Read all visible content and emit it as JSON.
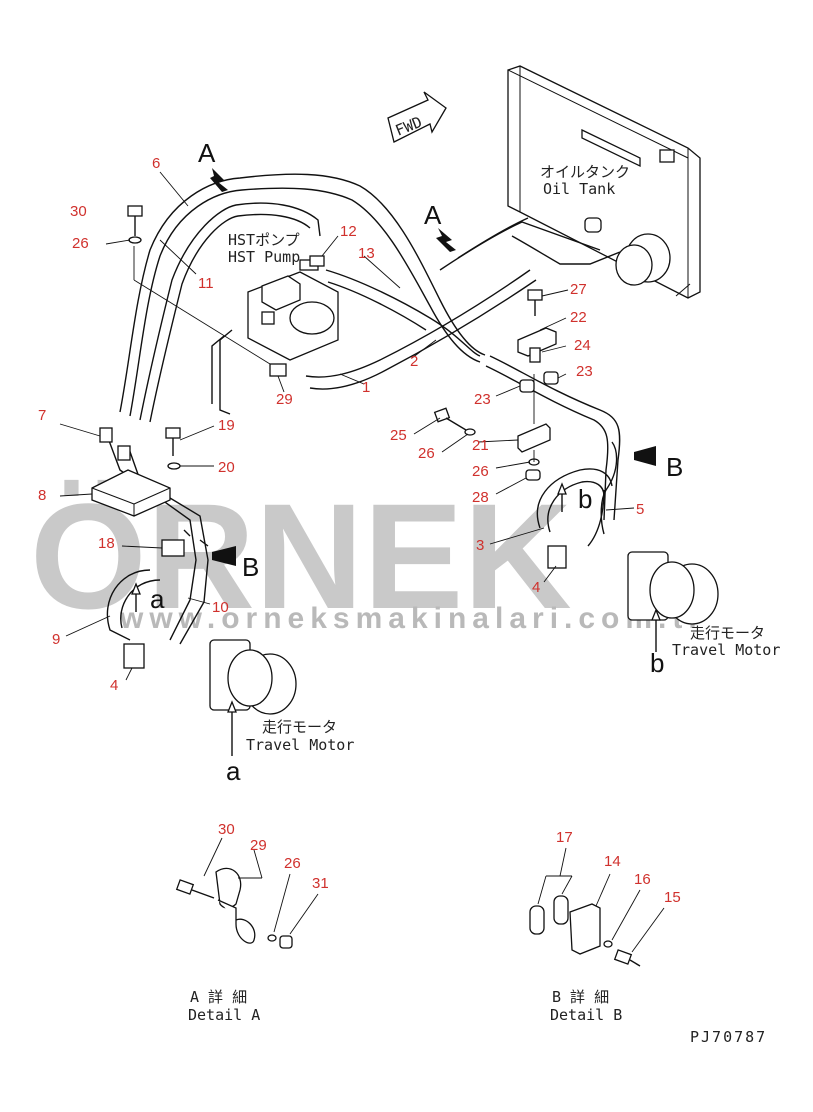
{
  "labels": {
    "fwd": "FWD",
    "oil_tank_jp": "オイルタンク",
    "oil_tank_en": "Oil Tank",
    "hst_pump_jp": "HSTポンプ",
    "hst_pump_en": "HST Pump",
    "travel_motor_jp": "走行モータ",
    "travel_motor_en": "Travel Motor",
    "view_a": "A",
    "view_b": "B",
    "motor_a": "a",
    "motor_b": "b",
    "detail_a_jp": "A 詳 細",
    "detail_a_en": "Detail A",
    "detail_b_jp": "B 詳 細",
    "detail_b_en": "Detail B",
    "drawing_code": "PJ70787"
  },
  "watermark": {
    "logo": "ÖRNEK",
    "url": "www.orneksmakinalari.com.tr"
  },
  "part_numbers": [
    "1",
    "2",
    "3",
    "4",
    "5",
    "6",
    "7",
    "8",
    "9",
    "10",
    "11",
    "12",
    "13",
    "14",
    "15",
    "16",
    "17",
    "18",
    "19",
    "20",
    "21",
    "22",
    "23",
    "24",
    "25",
    "26",
    "27",
    "28",
    "29",
    "30",
    "31"
  ],
  "colors": {
    "line": "#111111",
    "part_number": "#d0312d",
    "watermark": "#c9c9c9"
  }
}
